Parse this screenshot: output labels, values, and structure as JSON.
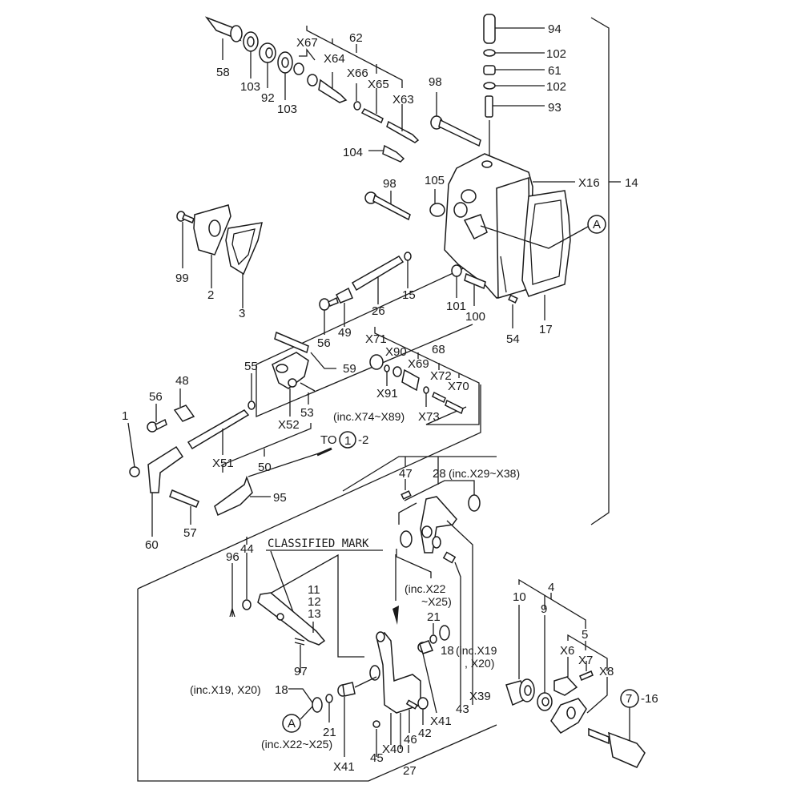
{
  "diagram": {
    "title": "Exploded parts diagram - governor / control lever housing",
    "accent_color": "#1a1a1a",
    "background_color": "#ffffff",
    "notes": {
      "classified_mark": "CLASSIFIED MARK",
      "to_ref_prefix": "TO",
      "to_ref_circle": "1",
      "to_ref_suffix": "-2",
      "ref_7_circle": "7",
      "ref_7_suffix": "-16",
      "circle_a_top": "A",
      "circle_a_bottom": "A",
      "inc_x74_x89": "(inc.X74~X89)",
      "inc_x29_x38": "(inc.X29~X38)",
      "inc_x22_x25_upper_a": "(inc.X22",
      "inc_x22_x25_upper_b": "~X25)",
      "inc_x19_x20_right_a": "(inc.X19",
      "inc_x19_x20_right_b": ", X20)",
      "inc_x19_x20_left": "(inc.X19, X20)",
      "inc_x22_x25_lower": "(inc.X22~X25)"
    },
    "labels": {
      "p58": "58",
      "p103a": "103",
      "p92": "92",
      "p103b": "103",
      "x67": "X67",
      "x64": "X64",
      "p62": "62",
      "x66": "X66",
      "x65": "X65",
      "x63": "X63",
      "p98a": "98",
      "p104": "104",
      "p94": "94",
      "p102a": "102",
      "p61": "61",
      "p102b": "102",
      "p93": "93",
      "x16": "X16",
      "p14": "14",
      "p105": "105",
      "p98b": "98",
      "p99": "99",
      "p2": "2",
      "p3": "3",
      "p15": "15",
      "p26": "26",
      "p49": "49",
      "p56a": "56",
      "p101": "101",
      "p100": "100",
      "p54": "54",
      "p17": "17",
      "p59": "59",
      "p55": "55",
      "p48": "48",
      "p56b": "56",
      "p1": "1",
      "x52": "X52",
      "p53": "53",
      "x51": "X51",
      "p50": "50",
      "p60": "60",
      "p57": "57",
      "p95": "95",
      "x71": "X71",
      "x90": "X90",
      "p68": "68",
      "x69": "X69",
      "x72": "X72",
      "x70": "X70",
      "x91": "X91",
      "x73": "X73",
      "p47": "47",
      "p28": "28",
      "p96": "96",
      "p44": "44",
      "p11": "11",
      "p12": "12",
      "p13": "13",
      "p97": "97",
      "p21a": "21",
      "p18a": "18",
      "p43": "43",
      "x39": "X39",
      "p18b": "18",
      "p21b": "21",
      "x41a": "X41",
      "p45": "45",
      "x40": "X40",
      "p46": "46",
      "p27": "27",
      "p42": "42",
      "x41b": "X41",
      "p4": "4",
      "p10": "10",
      "p9": "9",
      "p5": "5",
      "x6": "X6",
      "x7": "X7",
      "x8": "X8",
      "p16": "16"
    }
  }
}
